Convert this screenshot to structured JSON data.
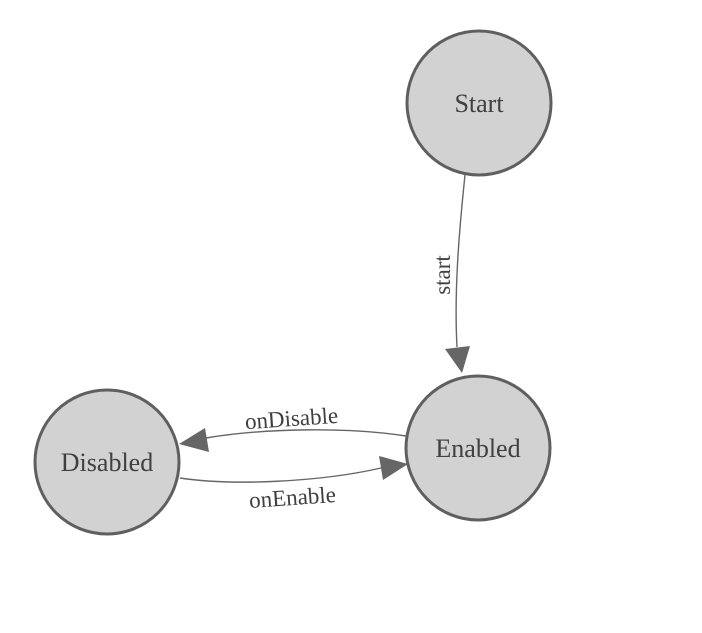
{
  "diagram": {
    "type": "finite-state-machine",
    "colors": {
      "background": "#ffffff",
      "node_fill": "#d2d2d2",
      "node_stroke": "#5f5f5f",
      "edge": "#666666",
      "arrowhead": "#666666",
      "text": "#404040"
    },
    "nodes": [
      {
        "id": "start",
        "label": "Start"
      },
      {
        "id": "enabled",
        "label": "Enabled"
      },
      {
        "id": "disabled",
        "label": "Disabled"
      }
    ],
    "edges": [
      {
        "id": "start-to-enabled",
        "label": "start",
        "from": "Start",
        "to": "Enabled"
      },
      {
        "id": "enabled-to-disabled",
        "label": "onDisable",
        "from": "Enabled",
        "to": "Disabled"
      },
      {
        "id": "disabled-to-enabled",
        "label": "onEnable",
        "from": "Disabled",
        "to": "Enabled"
      }
    ]
  }
}
